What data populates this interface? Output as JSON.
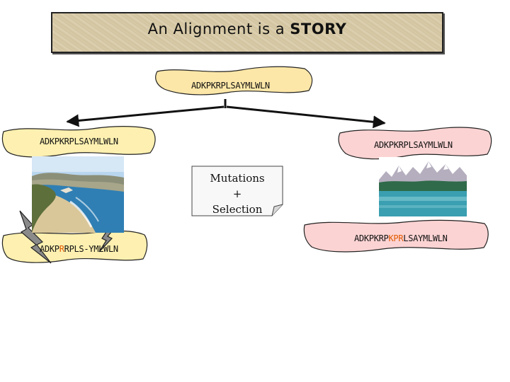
{
  "title": {
    "prefix": "An Alignment is a",
    "emphasis": "STORY"
  },
  "nodes": {
    "root": "ADKPKRPLSAYMLWLN",
    "left": "ADKPKRPLSAYMLWLN",
    "right": "ADKPKRPLSAYMLWLN",
    "left_child": {
      "a": "ADKP",
      "b": "R",
      "c": "RPLS-YMLWLN"
    },
    "right_child": {
      "a": "ADKPKRP",
      "b": "KPR",
      "c": "LSAYMLWLN"
    }
  },
  "note": {
    "line1": "Mutations",
    "line2": "+",
    "line3": "Selection"
  },
  "images": {
    "left": "coastal-beach-photo",
    "right": "mountain-lake-clipart",
    "bolt": "lightning-bolt-icon"
  },
  "colors": {
    "root_fill": "#fde7a8",
    "left_fill": "#fdf0b0",
    "right_fill": "#fcd3d3",
    "highlight": "#e05a00"
  }
}
